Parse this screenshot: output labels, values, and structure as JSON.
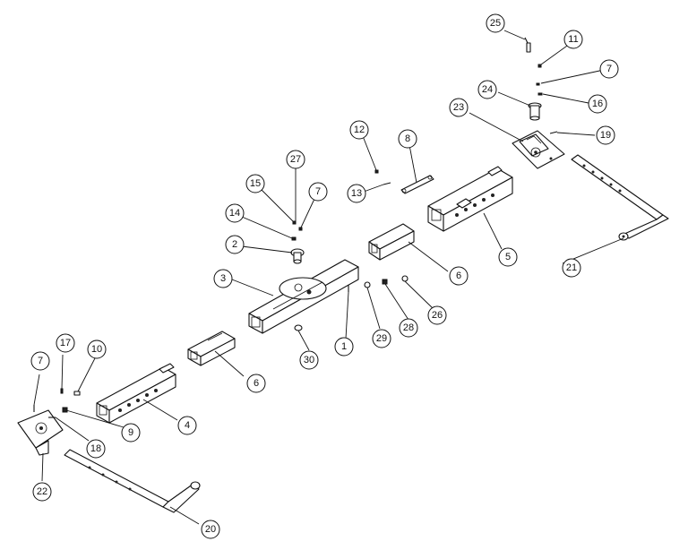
{
  "callouts": [
    {
      "label": "25"
    },
    {
      "label": "11"
    },
    {
      "label": "7"
    },
    {
      "label": "24"
    },
    {
      "label": "16"
    },
    {
      "label": "23"
    },
    {
      "label": "19"
    },
    {
      "label": "12"
    },
    {
      "label": "8"
    },
    {
      "label": "27"
    },
    {
      "label": "15"
    },
    {
      "label": "7"
    },
    {
      "label": "14"
    },
    {
      "label": "13"
    },
    {
      "label": "2"
    },
    {
      "label": "5"
    },
    {
      "label": "21"
    },
    {
      "label": "6"
    },
    {
      "label": "3"
    },
    {
      "label": "1"
    },
    {
      "label": "29"
    },
    {
      "label": "28"
    },
    {
      "label": "26"
    },
    {
      "label": "30"
    },
    {
      "label": "6"
    },
    {
      "label": "7"
    },
    {
      "label": "17"
    },
    {
      "label": "10"
    },
    {
      "label": "9"
    },
    {
      "label": "4"
    },
    {
      "label": "18"
    },
    {
      "label": "22"
    },
    {
      "label": "20"
    }
  ]
}
